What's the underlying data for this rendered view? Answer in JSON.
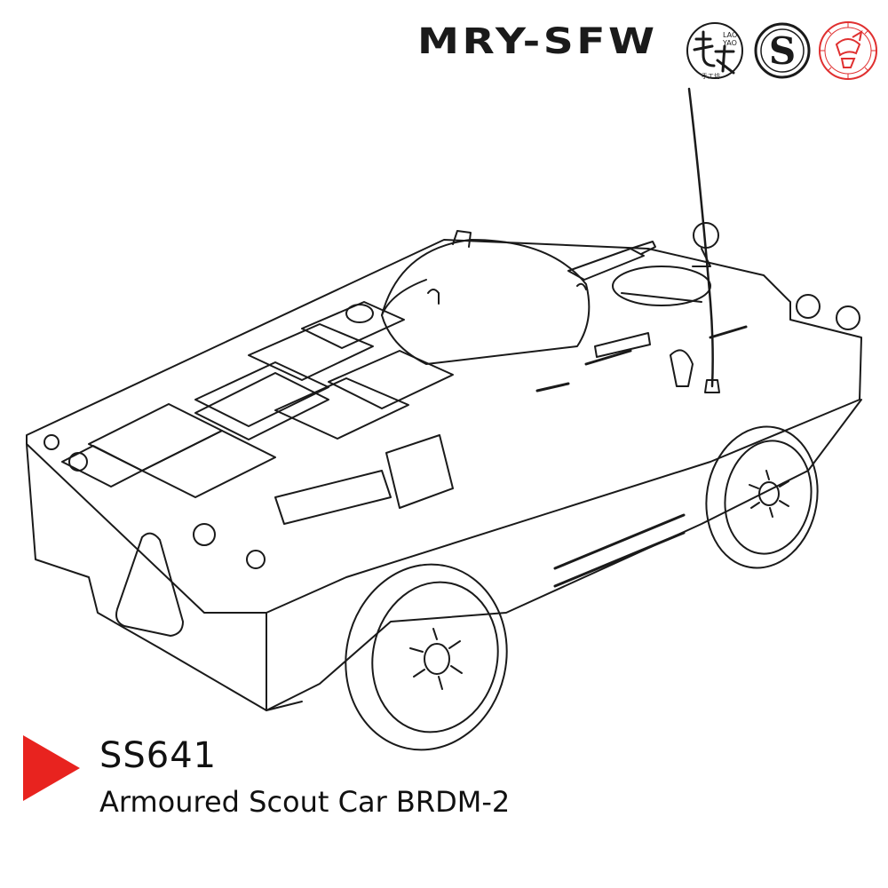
{
  "header": {
    "brand": "MRY-SFW",
    "logo_laoyao": {
      "top_text": "LAO",
      "mid_text": "YAO",
      "bottom_text": "手工坊"
    },
    "logo_s": {
      "glyph": "S"
    },
    "logo_red_seal": {
      "color": "#e03030"
    }
  },
  "product": {
    "code": "SS641",
    "title": "Armoured Scout Car BRDM-2"
  },
  "colors": {
    "accent_red": "#e8231f",
    "line": "#1a1a1a"
  }
}
